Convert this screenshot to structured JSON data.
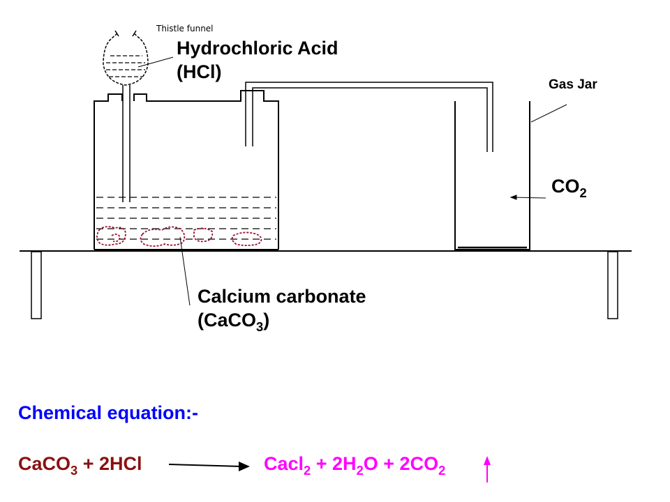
{
  "labels": {
    "thistle_funnel": "Thistle funnel",
    "acid_line1": "Hydrochloric Acid",
    "acid_line2": "(HCl)",
    "gas_jar": "Gas Jar",
    "co2_main": "CO",
    "co2_sub": "2",
    "caco3_line1": "Calcium carbonate",
    "caco3_line2_open": "(CaCO",
    "caco3_line2_sub": "3",
    "caco3_line2_close": ")"
  },
  "equation": {
    "heading": "Chemical equation:-",
    "lhs_1": "CaCO",
    "lhs_1_sub": "3",
    "lhs_2": " + 2HCl",
    "rhs_1": "Cacl",
    "rhs_1_sub": "2",
    "rhs_2": " + 2H",
    "rhs_2_sub": "2",
    "rhs_3": "O + 2CO",
    "rhs_3_sub": "2"
  },
  "colors": {
    "heading": "#0000ff",
    "reactants": "#8b1010",
    "products": "#ff00ff",
    "marble": "#9b1030",
    "lines": "#000000"
  }
}
